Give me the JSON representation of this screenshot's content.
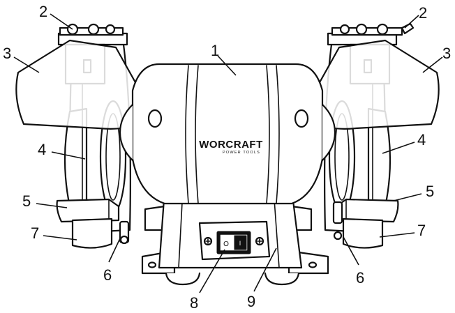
{
  "brand": {
    "name": "WORCRAFT",
    "tagline": "POWER TOOLS"
  },
  "switch_symbols": {
    "off": "O",
    "on": "I"
  },
  "callouts": {
    "c1": "1",
    "c2_left": "2",
    "c2_right": "2",
    "c3_left": "3",
    "c3_right": "3",
    "c4_left": "4",
    "c4_right": "4",
    "c5_left": "5",
    "c5_right": "5",
    "c6_left": "6",
    "c6_right": "6",
    "c7_left": "7",
    "c7_right": "7",
    "c8": "8",
    "c9": "9"
  }
}
